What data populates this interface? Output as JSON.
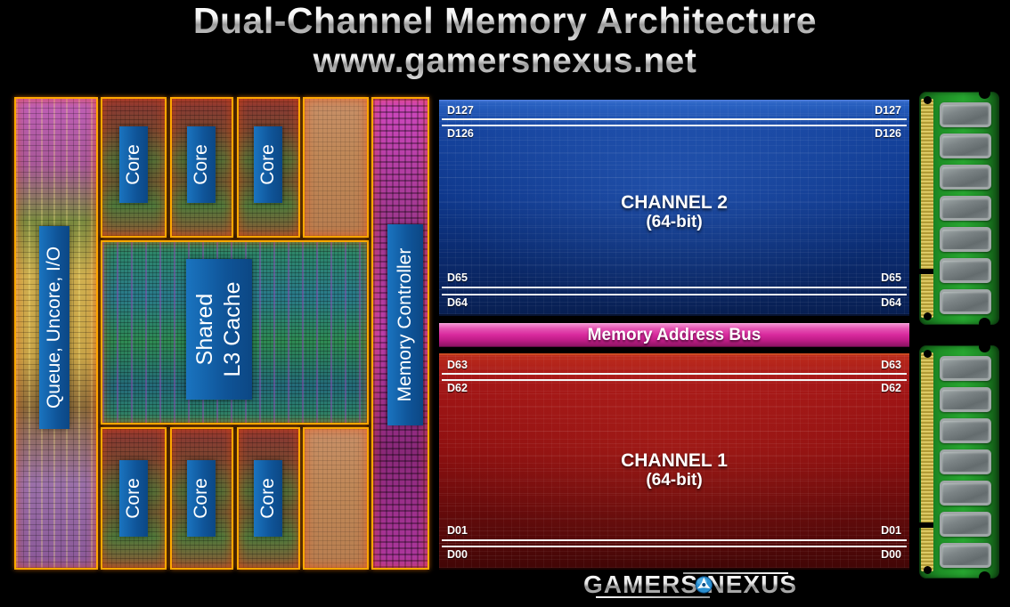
{
  "title": {
    "line1": "Dual-Channel Memory Architecture",
    "line2": "www.gamersnexus.net"
  },
  "die": {
    "uncore_label": "Queue, Uncore, I/O",
    "core_label": "Core",
    "l3_label_line1": "Shared",
    "l3_label_line2": "L3 Cache",
    "memory_controller_label": "Memory Controller"
  },
  "channel2": {
    "title": "CHANNEL 2",
    "subtitle": "(64-bit)",
    "d_top": [
      "D127",
      "D126"
    ],
    "d_bottom": [
      "D65",
      "D64"
    ]
  },
  "bus": {
    "label": "Memory Address Bus"
  },
  "channel1": {
    "title": "CHANNEL 1",
    "subtitle": "(64-bit)",
    "d_top": [
      "D63",
      "D62"
    ],
    "d_bottom": [
      "D01",
      "D00"
    ]
  },
  "logo": {
    "left": "GAMERS",
    "right": "NEXUS"
  },
  "ram": {
    "sticks": 2,
    "chips_per_stick": 7
  },
  "colors": {
    "channel2_blue": "#0f388c",
    "channel1_red": "#8e1010",
    "bus_pink": "#d92a9e",
    "die_border_orange": "#ffa800",
    "label_box_blue": "#0f5498",
    "pcb_green": "#1e8f26",
    "gold_contacts": "#cdb84a"
  }
}
